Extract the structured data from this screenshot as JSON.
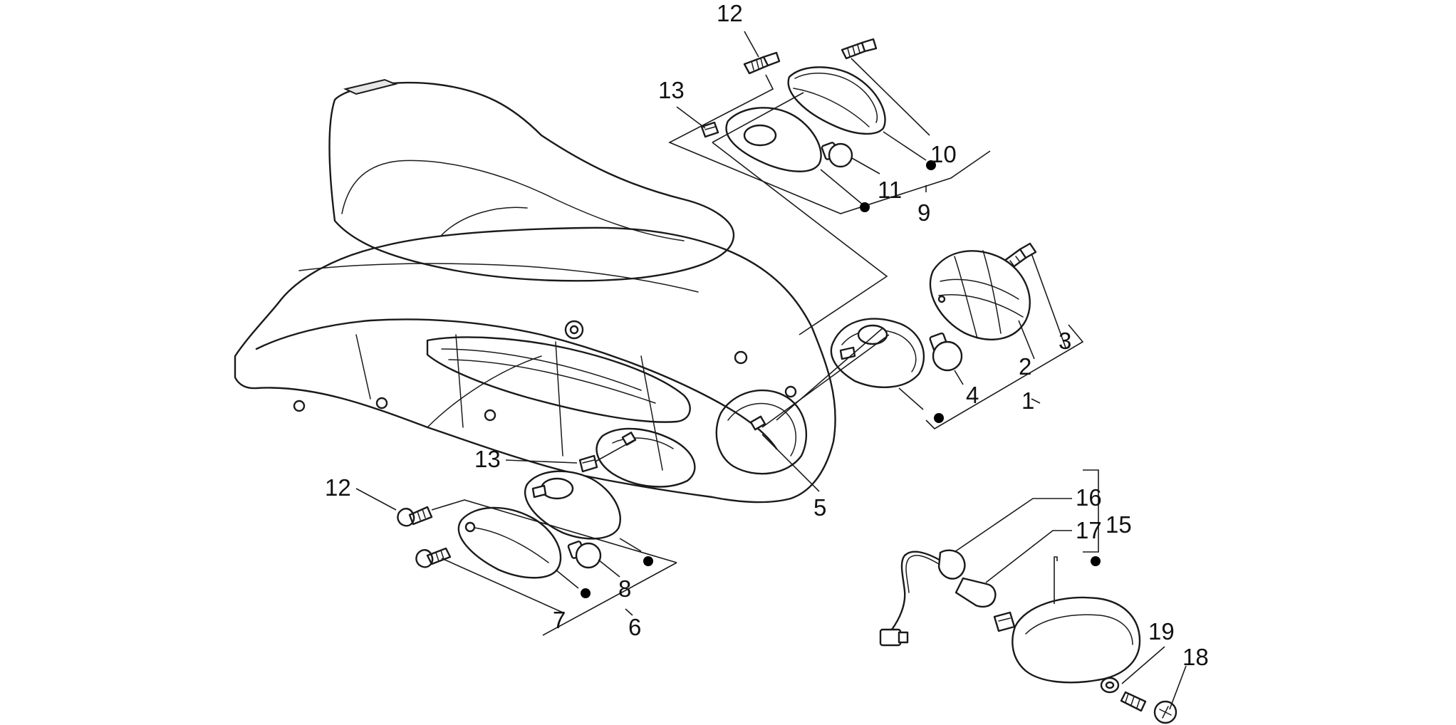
{
  "callouts": {
    "c1": "1",
    "c2": "2",
    "c3": "3",
    "c4": "4",
    "c5": "5",
    "c6": "6",
    "c7": "7",
    "c8": "8",
    "c9": "9",
    "c10": "10",
    "c11": "11",
    "c12a": "12",
    "c12b": "12",
    "c13a": "13",
    "c13b": "13",
    "c15": "15",
    "c16": "16",
    "c17": "17",
    "c18": "18",
    "c19": "19"
  },
  "colors": {
    "line": "#1a1a1a",
    "background": "#ffffff",
    "marker": "#000000"
  }
}
